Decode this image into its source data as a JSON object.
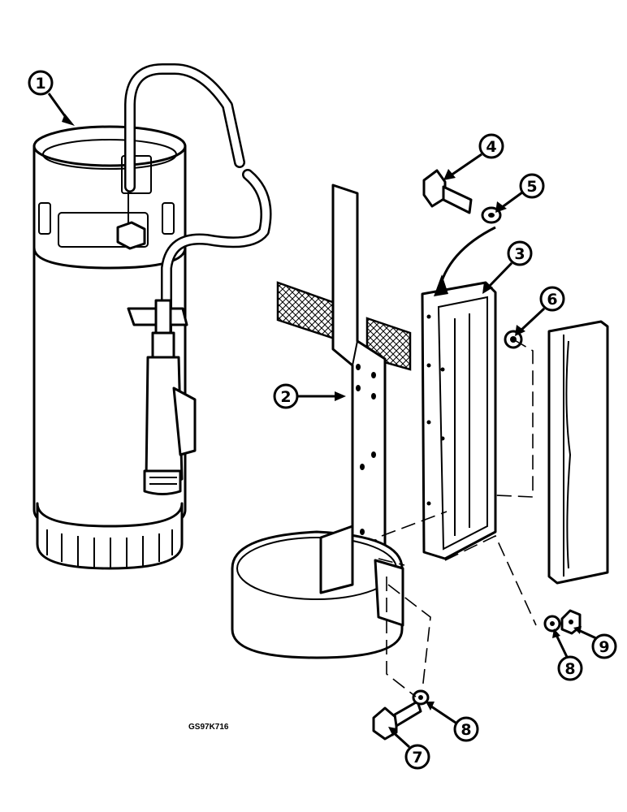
{
  "drawing_code": "GS97K716",
  "callouts": [
    {
      "id": "c1",
      "label": "1"
    },
    {
      "id": "c2",
      "label": "2"
    },
    {
      "id": "c3",
      "label": "3"
    },
    {
      "id": "c4",
      "label": "4"
    },
    {
      "id": "c5",
      "label": "5"
    },
    {
      "id": "c6",
      "label": "6"
    },
    {
      "id": "c7",
      "label": "7"
    },
    {
      "id": "c8a",
      "label": "8"
    },
    {
      "id": "c8b",
      "label": "8"
    },
    {
      "id": "c9",
      "label": "9"
    }
  ]
}
